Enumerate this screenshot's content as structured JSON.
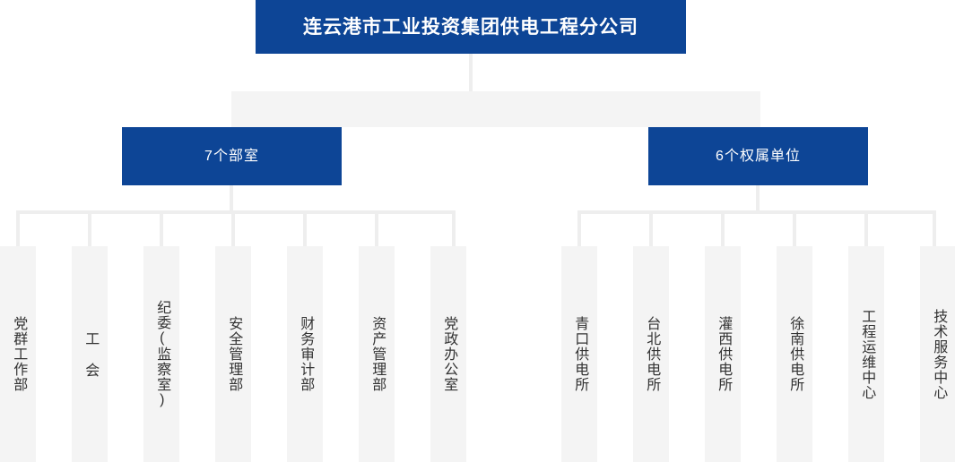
{
  "chart_data": {
    "type": "diagram",
    "diagram_kind": "organization-chart",
    "title": "连云港市工业投资集团供电工程分公司",
    "colors": {
      "node_blue": "#0d4596",
      "node_blue_text": "#ffffff",
      "leaf_background": "#f4f4f4",
      "leaf_text": "#333333",
      "connector": "#eeeeee",
      "page_background": "#ffffff"
    },
    "levels": [
      {
        "level": 1,
        "nodes": [
          "连云港市工业投资集团供电工程分公司"
        ]
      },
      {
        "level": 2,
        "nodes": [
          "7个部室",
          "6个权属单位"
        ]
      },
      {
        "level": 3,
        "nodes": [
          "党群工作部",
          "工 会",
          "纪委(监察室)",
          "安全管理部",
          "财务审计部",
          "资产管理部",
          "党政办公室",
          "青口供电所",
          "台北供电所",
          "灌西供电所",
          "徐南供电所",
          "工程运维中心",
          "技术服务中心"
        ]
      }
    ]
  },
  "root": {
    "label": "连云港市工业投资集团供电工程分公司"
  },
  "branches": [
    {
      "key": "departments",
      "label": "7个部室",
      "count": 7,
      "children": [
        {
          "label": "党群工作部"
        },
        {
          "label": "工 会"
        },
        {
          "label": "纪委(监察室)"
        },
        {
          "label": "安全管理部"
        },
        {
          "label": "财务审计部"
        },
        {
          "label": "资产管理部"
        },
        {
          "label": "党政办公室"
        }
      ]
    },
    {
      "key": "units",
      "label": "6个权属单位",
      "count": 6,
      "children": [
        {
          "label": "青口供电所"
        },
        {
          "label": "台北供电所"
        },
        {
          "label": "灌西供电所"
        },
        {
          "label": "徐南供电所"
        },
        {
          "label": "工程运维中心"
        },
        {
          "label": "技术服务中心"
        }
      ]
    }
  ]
}
